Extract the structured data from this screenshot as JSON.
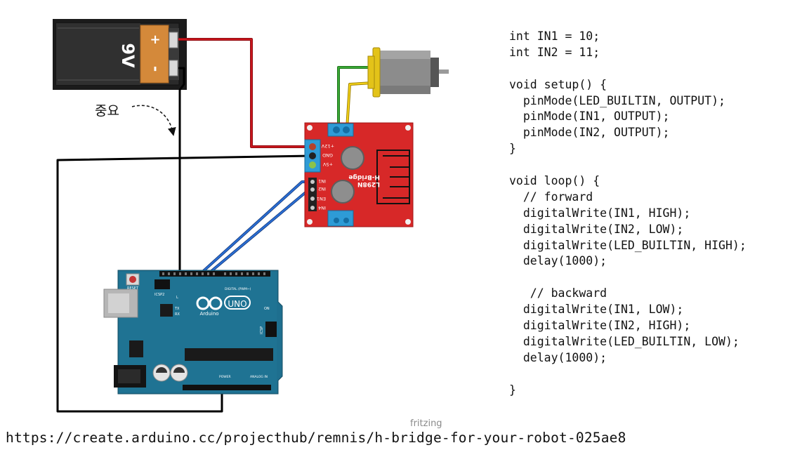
{
  "annotation": {
    "important_note": "중요"
  },
  "battery": {
    "voltage_label": "9V",
    "plus_label": "+",
    "minus_label": "-"
  },
  "hbridge": {
    "title_line1": "L298N",
    "title_line2": "H-Bridge",
    "power_pins": [
      "+12V",
      "GND",
      "+5V"
    ],
    "input_pins": [
      "IN1",
      "IN2",
      "EN1",
      "IN4"
    ]
  },
  "arduino": {
    "logo_text": "UNO",
    "brand": "Arduino",
    "reset_label": "RESET",
    "icsp2_label": "ICSP2",
    "icsp_label": "ICSP",
    "on_label": "ON",
    "l_label": "L",
    "tx_label": "TX",
    "rx_label": "RX",
    "digital_label": "DIGITAL (PWM~)",
    "power_label": "POWER",
    "analog_label": "ANALOG IN"
  },
  "code_lines": [
    "int IN1 = 10;",
    "int IN2 = 11;",
    "",
    "void setup() {",
    "  pinMode(LED_BUILTIN, OUTPUT);",
    "  pinMode(IN1, OUTPUT);",
    "  pinMode(IN2, OUTPUT);",
    "}",
    "",
    "void loop() {",
    "  // forward",
    "  digitalWrite(IN1, HIGH);",
    "  digitalWrite(IN2, LOW);",
    "  digitalWrite(LED_BUILTIN, HIGH);",
    "  delay(1000);",
    "",
    "   // backward",
    "  digitalWrite(IN1, LOW);",
    "  digitalWrite(IN2, HIGH);",
    "  digitalWrite(LED_BUILTIN, LOW);",
    "  delay(1000);",
    "",
    "}"
  ],
  "watermark": "fritzing",
  "source_url": "https://create.arduino.cc/projecthub/remnis/h-bridge-for-your-robot-025ae8",
  "colors": {
    "wire_red": "#c8161d",
    "wire_black": "#1a1a1a",
    "wire_green": "#3aa935",
    "wire_yellow": "#f2d017",
    "wire_blue": "#2a6fd6",
    "hbridge_board": "#d72828",
    "arduino_board": "#1e6f8f"
  }
}
